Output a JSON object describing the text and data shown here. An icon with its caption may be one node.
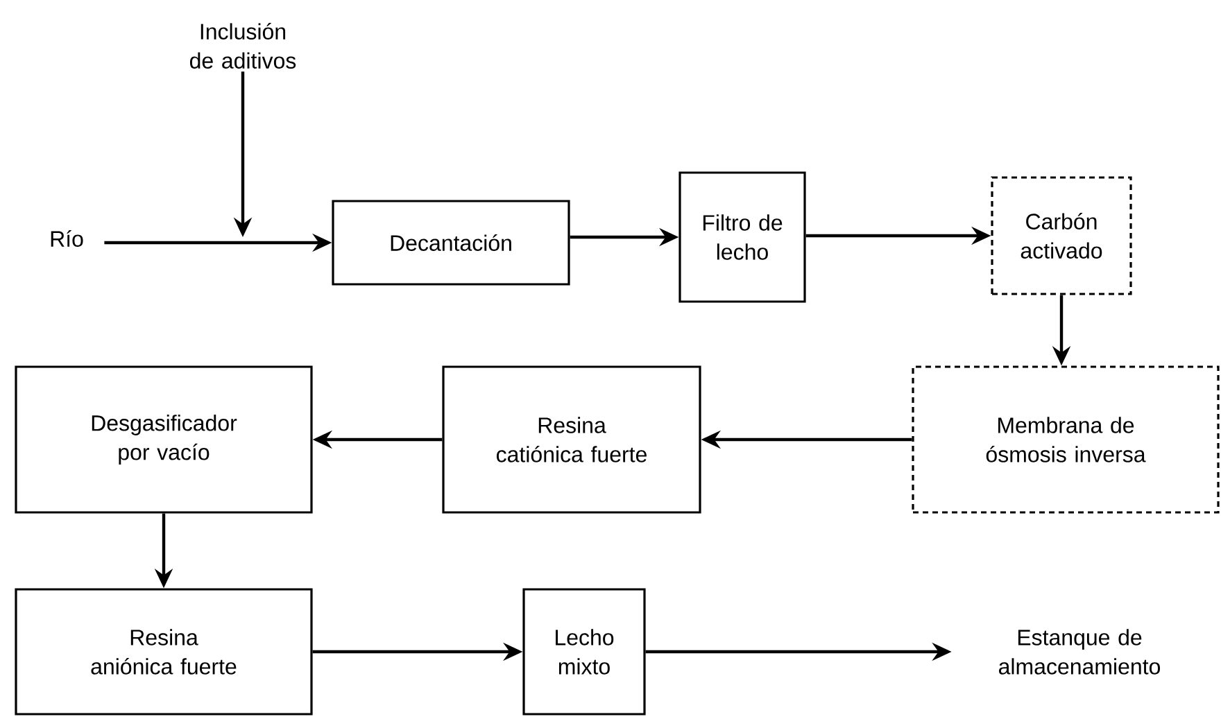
{
  "diagram": {
    "nodes": [
      {
        "text": [
          "Inclusión de aditivos"
        ]
      },
      {
        "text": [
          "Río"
        ]
      },
      {
        "text": [
          "Decantación"
        ]
      },
      {
        "text": [
          "Filtro de lecho"
        ]
      },
      {
        "text": [
          "Carbón activado"
        ]
      },
      {
        "text": [
          "Membrana de ósmosis inversa"
        ]
      },
      {
        "text": [
          "Resina catiónica fuerte"
        ]
      },
      {
        "text": [
          "Desgasificador por vacío"
        ]
      },
      {
        "text": [
          "Resina aniónica fuerte"
        ]
      },
      {
        "text": [
          "Lecho mixto"
        ]
      },
      {
        "text": [
          "Estanque de almacenamiento"
        ]
      }
    ],
    "edges": [
      {
        "from": 0,
        "to": null,
        "arrow": "to"
      },
      {
        "from": 1,
        "to": 2,
        "arrow": "to"
      },
      {
        "from": 2,
        "to": 3,
        "arrow": "to"
      },
      {
        "from": 3,
        "to": 4,
        "arrow": "to"
      },
      {
        "from": 4,
        "to": 5,
        "arrow": "to"
      },
      {
        "from": 5,
        "to": 6,
        "arrow": "to"
      },
      {
        "from": 6,
        "to": 7,
        "arrow": "to"
      },
      {
        "from": 7,
        "to": 8,
        "arrow": "to"
      },
      {
        "from": 8,
        "to": 9,
        "arrow": "to"
      },
      {
        "from": 9,
        "to": 10,
        "arrow": "to"
      }
    ]
  }
}
